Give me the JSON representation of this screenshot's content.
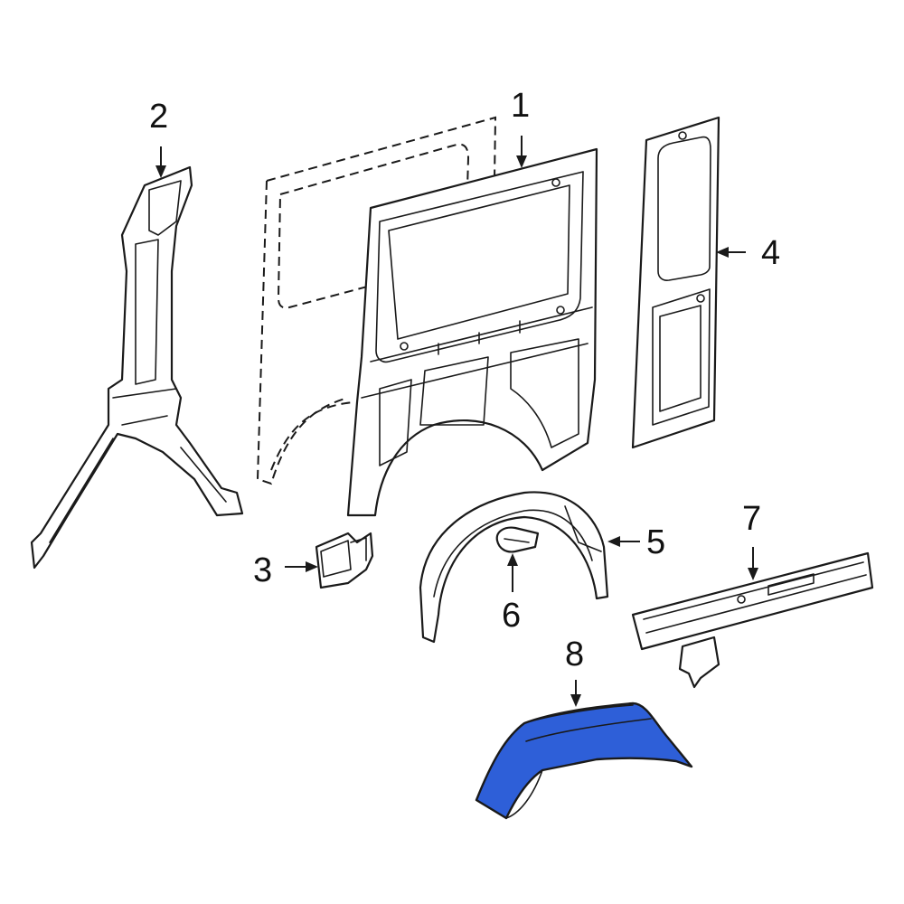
{
  "callouts": {
    "c1": "1",
    "c2": "2",
    "c3": "3",
    "c4": "4",
    "c5": "5",
    "c6": "6",
    "c7": "7",
    "c8": "8"
  },
  "colors": {
    "highlight": "#2e5fd8",
    "line": "#1a1a1a",
    "background": "#ffffff"
  }
}
